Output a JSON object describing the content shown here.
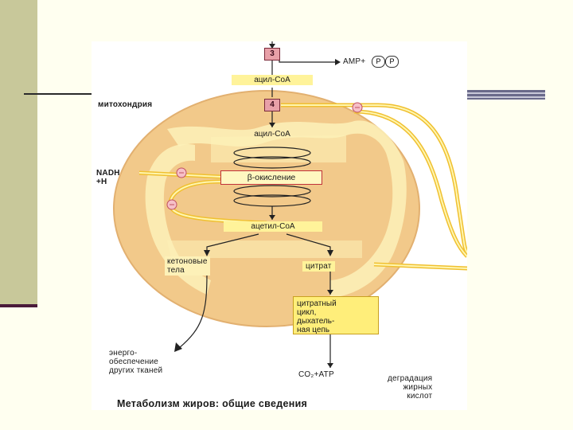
{
  "diagram": {
    "caption": "Метаболизм жиров: общие сведения",
    "step3": "3",
    "step4": "4",
    "amp": "AMP+",
    "p1": "P",
    "p2": "P",
    "acyl_coa_outer": "ацил-СоА",
    "mitochondria": "митохондрия",
    "acyl_coa_inner": "ацил-СоА",
    "nadh": "NADH\n+H",
    "beta_oxidation": "β-окисление",
    "acetyl_coa": "ацетил-СоА",
    "ketone_bodies": "кетоновые\nтела",
    "citrate": "цитрат",
    "citrate_cycle": "цитратный\nцикл,\nдыхатель-\nная цепь",
    "energy_supply": "энерго-\nобеспечение\nдругих тканей",
    "co2_atp": "CO₂+ATP",
    "fatty_acid_degradation": "деградация\nжирных\nкислот"
  }
}
